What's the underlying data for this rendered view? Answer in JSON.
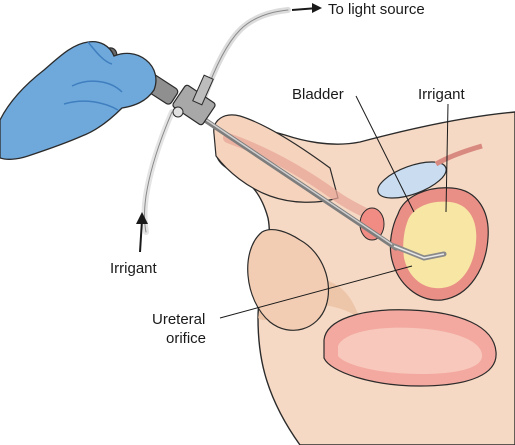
{
  "labels": {
    "light_source": "To light source",
    "bladder": "Bladder",
    "irrigant_right": "Irrigant",
    "irrigant_left": "Irrigant",
    "ureteral_line1": "Ureteral",
    "ureteral_line2": "orifice"
  },
  "colors": {
    "skin": "#f6d9c4",
    "skin_shadow": "#ebbfa2",
    "outline": "#2b2b2b",
    "glove": "#6fa9dc",
    "glove_dark": "#3f7fbf",
    "bladder_wall": "#e98f86",
    "bladder_fluid": "#f7e6a4",
    "rectum": "#f3a99f",
    "urethra": "#e7a79a",
    "scope_metal": "#9a9a9a",
    "scope_dark": "#555555",
    "cable": "#dcdcdc",
    "pubic_bone": "#c9dcf0"
  },
  "icons": {
    "light_arrow": "arrow-right-icon",
    "irrigant_arrow": "arrow-up-icon"
  }
}
